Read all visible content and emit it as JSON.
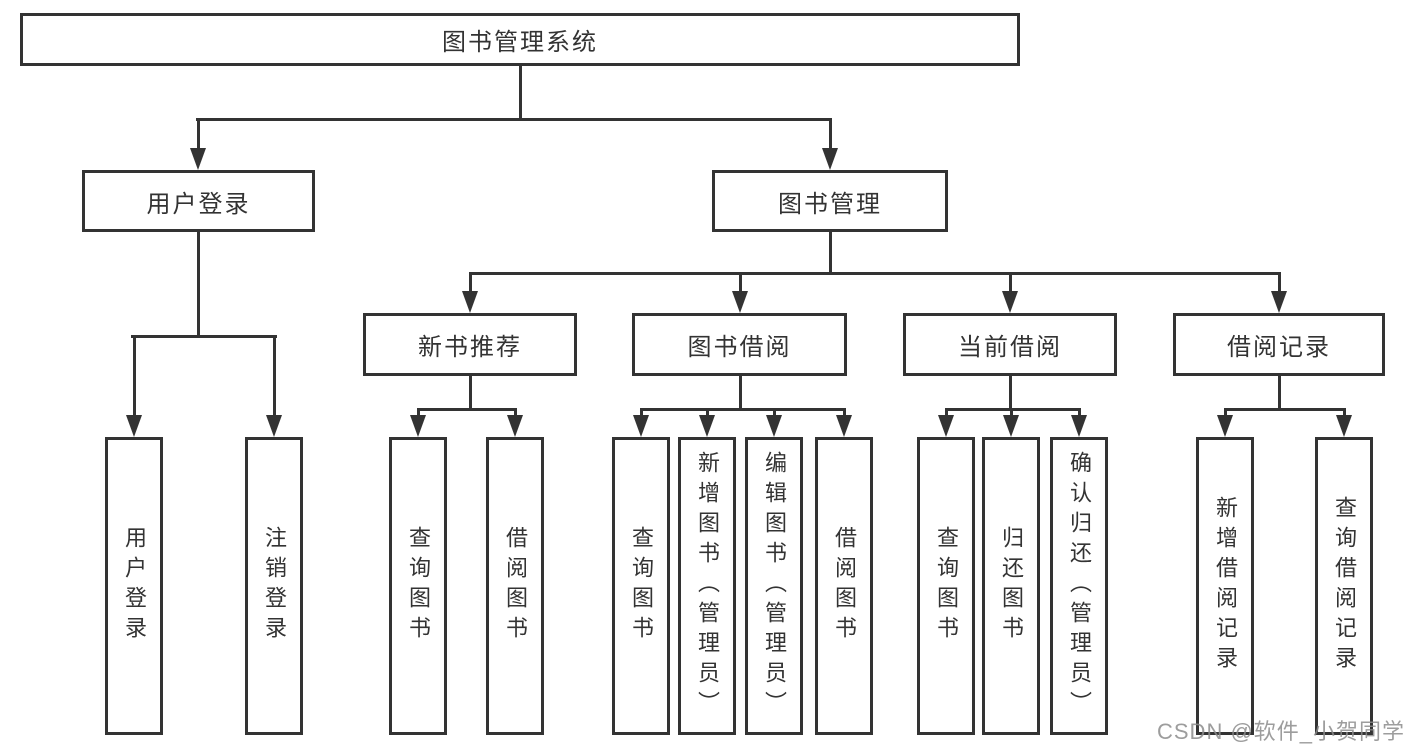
{
  "diagram": {
    "root": {
      "label": "图书管理系统",
      "children": [
        {
          "label": "用户登录",
          "children": [
            {
              "label": "用户登录"
            },
            {
              "label": "注销登录"
            }
          ]
        },
        {
          "label": "图书管理",
          "children": [
            {
              "label": "新书推荐",
              "children": [
                {
                  "label": "查询图书"
                },
                {
                  "label": "借阅图书"
                }
              ]
            },
            {
              "label": "图书借阅",
              "children": [
                {
                  "label": "查询图书"
                },
                {
                  "label": "新增图书（管理员）"
                },
                {
                  "label": "编辑图书（管理员）"
                },
                {
                  "label": "借阅图书"
                }
              ]
            },
            {
              "label": "当前借阅",
              "children": [
                {
                  "label": "查询图书"
                },
                {
                  "label": "归还图书"
                },
                {
                  "label": "确认归还（管理员）"
                }
              ]
            },
            {
              "label": "借阅记录",
              "children": [
                {
                  "label": "新增借阅记录"
                },
                {
                  "label": "查询借阅记录"
                }
              ]
            }
          ]
        }
      ]
    }
  },
  "watermark": {
    "text": "CSDN @软件_小贺同学",
    "color": "#8c8c8c"
  },
  "colors": {
    "background": "#ffffff",
    "line": "#333333",
    "text": "#333333"
  }
}
